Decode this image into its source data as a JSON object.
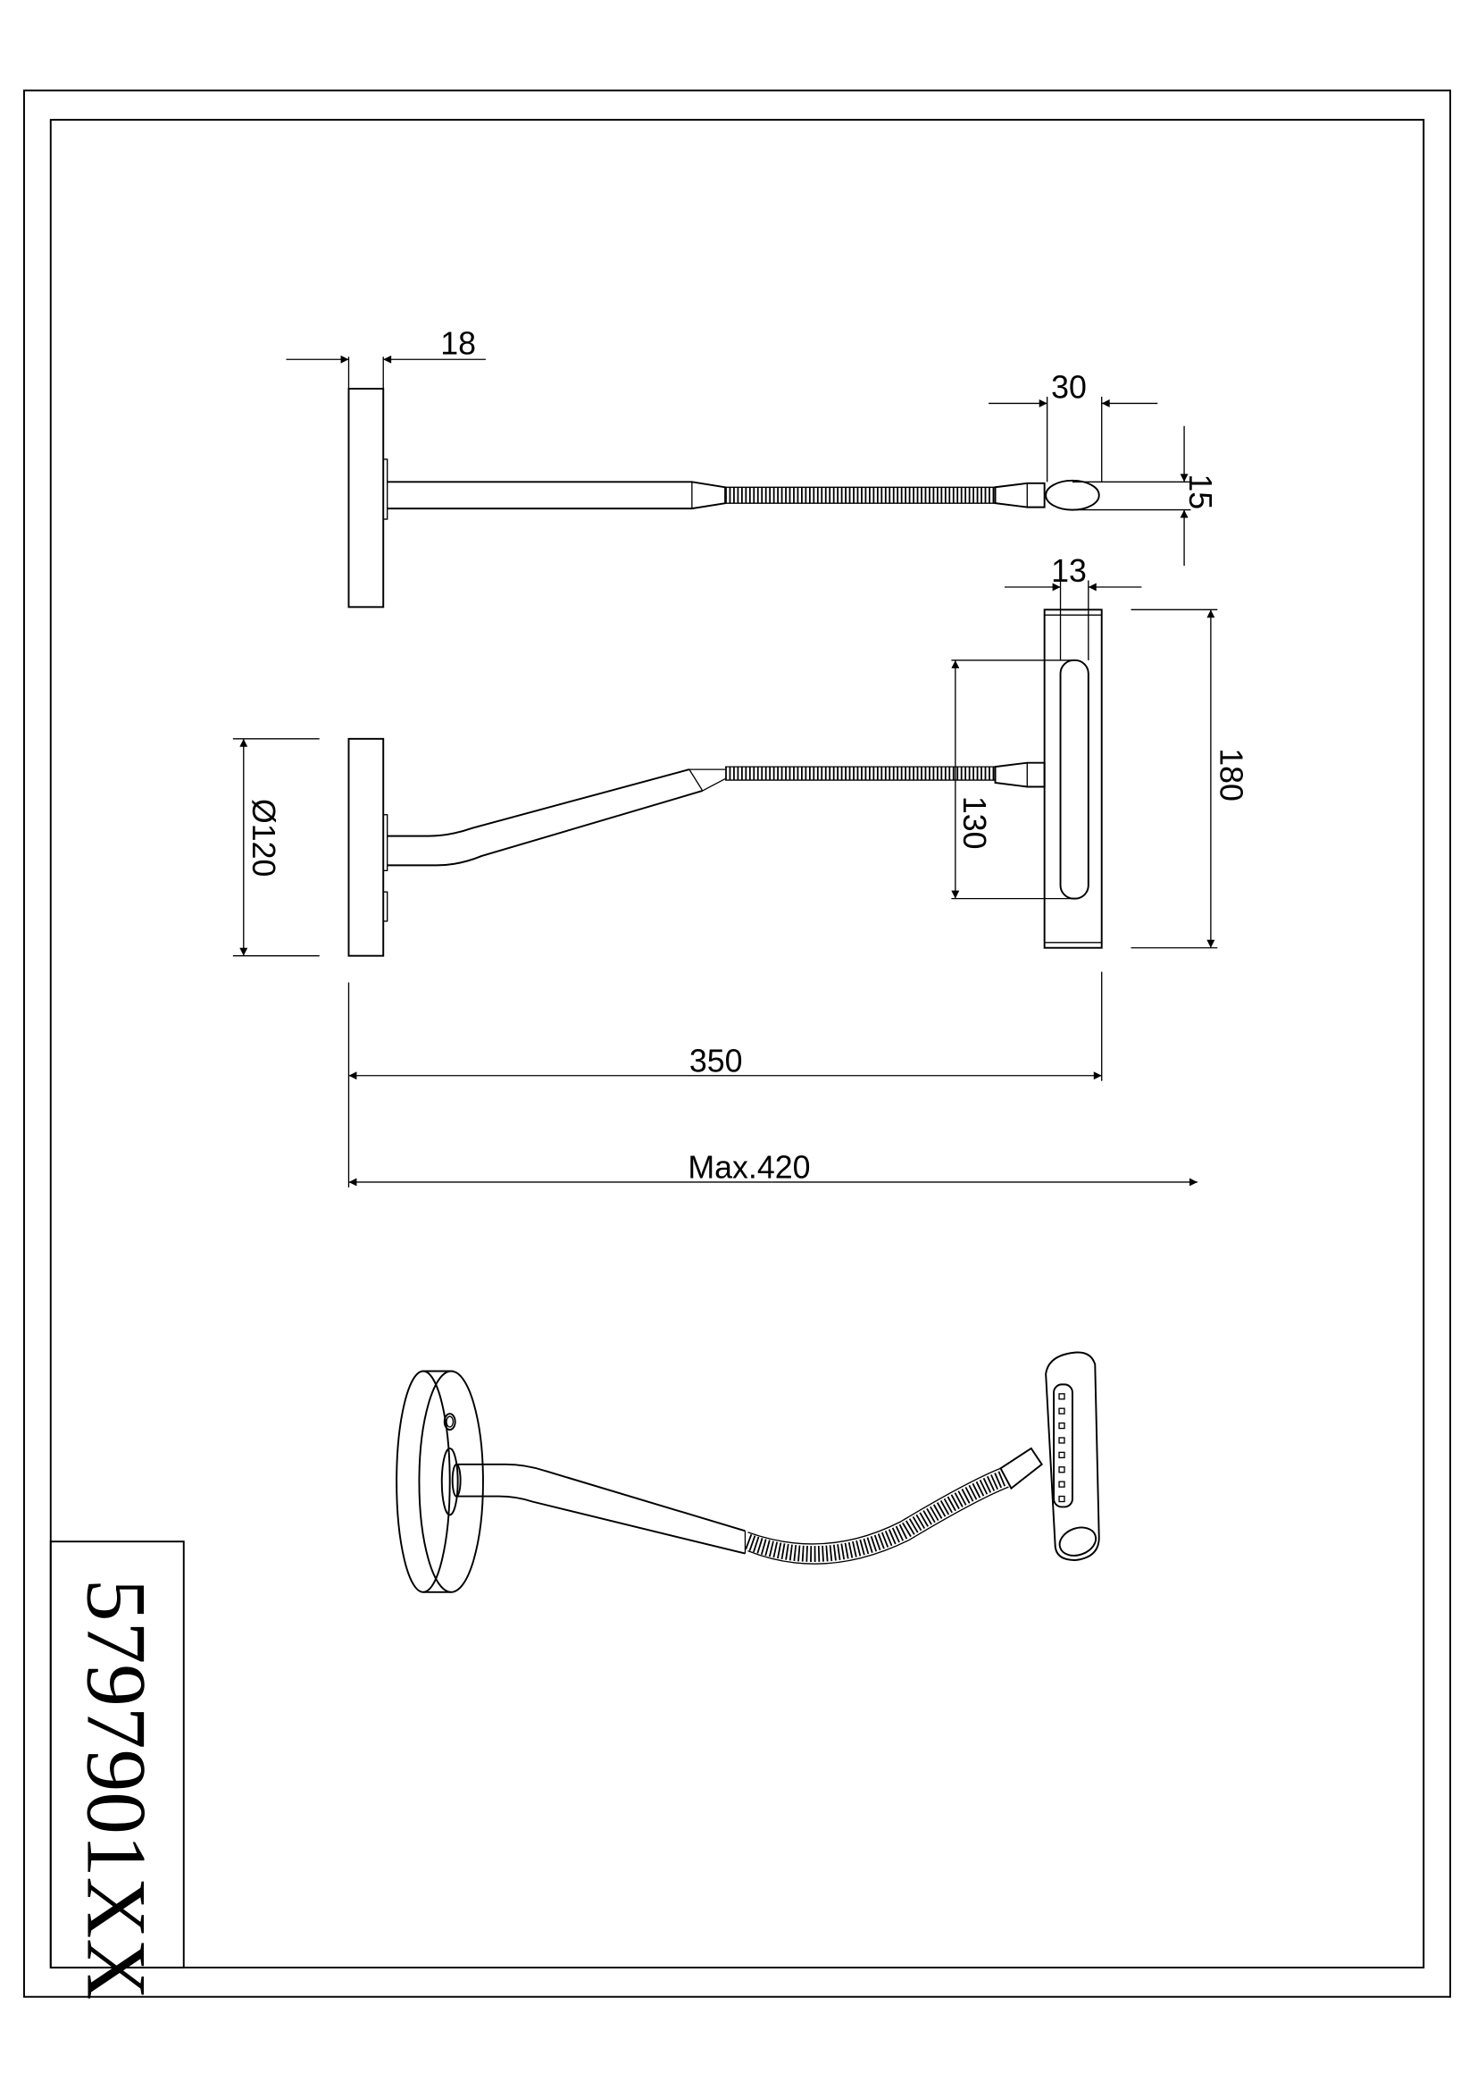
{
  "title_block": {
    "model_number": "57979​01XX"
  },
  "dimensions": {
    "plate_thickness": "18",
    "head_length": "30",
    "head_thickness": "15",
    "head_width": "13",
    "head_height": "180",
    "led_strip_length": "130",
    "plate_diameter": "Ø120",
    "projection": "350",
    "max_projection": "Max.420"
  }
}
